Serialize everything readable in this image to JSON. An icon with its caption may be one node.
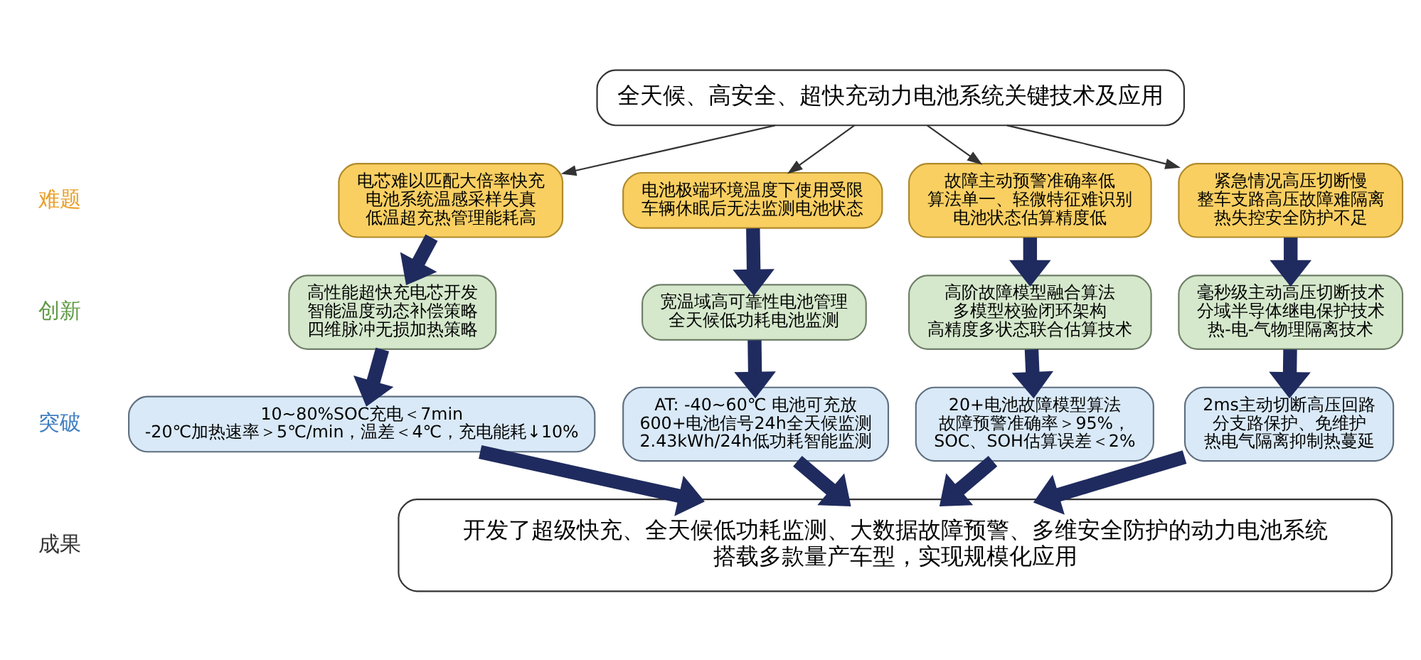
{
  "diagram": {
    "nodes": [
      {
        "text": [
          "全天候、高安全、超快充动力电池系统关键技术及应用"
        ]
      },
      {
        "text": [
          "电芯难以匹配大倍率快充",
          "电池系统温感采样失真",
          "低温超充热管理能耗高"
        ]
      },
      {
        "text": [
          "电池极端环境温度下使用受限",
          "车辆休眠后无法监测电池状态"
        ]
      },
      {
        "text": [
          "故障主动预警准确率低",
          "算法单一、轻微特征难识别",
          "电池状态估算精度低"
        ]
      },
      {
        "text": [
          "紧急情况高压切断慢",
          "整车支路高压故障难隔离",
          "热失控安全防护不足"
        ]
      },
      {
        "text": [
          "高性能超快充电芯开发",
          "智能温度动态补偿策略",
          "四维脉冲无损加热策略"
        ]
      },
      {
        "text": [
          "宽温域高可靠性电池管理",
          "全天候低功耗电池监测"
        ]
      },
      {
        "text": [
          "高阶故障模型融合算法",
          "多模型校验闭环架构",
          "高精度多状态联合估算技术"
        ]
      },
      {
        "text": [
          "毫秒级主动高压切断技术",
          "分域半导体继电保护技术",
          "热-电-气物理隔离技术"
        ]
      },
      {
        "text": [
          "10~80%SOC充电＜7min",
          "-20℃加热速率＞5℃/min，温差＜4℃，充电能耗↓10%"
        ]
      },
      {
        "text": [
          "AT: -40~60℃ 电池可充放",
          "600+电池信号24h全天候监测",
          "2.43kWh/24h低功耗智能监测"
        ]
      },
      {
        "text": [
          "20+电池故障模型算法",
          "故障预警准确率＞95%，",
          "SOC、SOH估算误差＜2%"
        ]
      },
      {
        "text": [
          "2ms主动切断高压回路",
          "分支路保护、免维护",
          "热电气隔离抑制热蔓延"
        ]
      },
      {
        "text": [
          "开发了超级快充、全天候低功耗监测、大数据故障预警、多维安全防护的动力电池系统",
          "搭载多款量产车型，实现规模化应用"
        ]
      }
    ],
    "edges": [
      {
        "from": 0,
        "to": 1,
        "arrow": "to",
        "color": "#333333"
      },
      {
        "from": 0,
        "to": 2,
        "arrow": "to",
        "color": "#333333"
      },
      {
        "from": 0,
        "to": 3,
        "arrow": "to",
        "color": "#333333"
      },
      {
        "from": 0,
        "to": 4,
        "arrow": "to",
        "color": "#333333"
      },
      {
        "from": 1,
        "to": 5,
        "arrow": "to"
      },
      {
        "from": 2,
        "to": 6,
        "arrow": "to"
      },
      {
        "from": 3,
        "to": 7,
        "arrow": "to"
      },
      {
        "from": 4,
        "to": 8,
        "arrow": "to"
      },
      {
        "from": 5,
        "to": 9,
        "arrow": "to"
      },
      {
        "from": 6,
        "to": 10,
        "arrow": "to"
      },
      {
        "from": 7,
        "to": 11,
        "arrow": "to"
      },
      {
        "from": 8,
        "to": 12,
        "arrow": "to"
      },
      {
        "from": 9,
        "to": 13,
        "arrow": "to"
      },
      {
        "from": 10,
        "to": 13,
        "arrow": "to"
      },
      {
        "from": 11,
        "to": 13,
        "arrow": "to"
      },
      {
        "from": 12,
        "to": 13,
        "arrow": "to"
      }
    ],
    "labels": [
      "难题",
      "创新",
      "突破",
      "成果"
    ]
  }
}
